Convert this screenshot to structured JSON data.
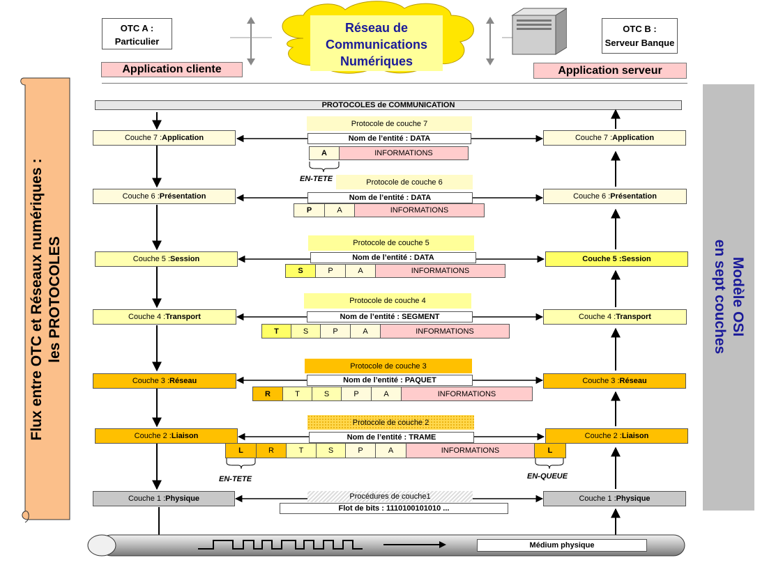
{
  "header": {
    "otc_a": "OTC A :",
    "otc_a_sub": "Particulier",
    "otc_b": "OTC B :",
    "otc_b_sub": "Serveur Banque",
    "cloud": [
      "Réseau de",
      "Communications",
      "Numériques"
    ],
    "app_client": "Application cliente",
    "app_server": "Application serveur"
  },
  "left_banner": [
    "Flux entre OTC et Réseaux numériques :",
    "les PROTOCOLES"
  ],
  "right_banner": [
    "Modèle OSI",
    "en sept couches"
  ],
  "protocols_title": "PROTOCOLES de COMMUNICATION",
  "layers": {
    "l7": {
      "prefix": "Couche 7 : ",
      "name": "Application",
      "protocol": "Protocole de couche 7",
      "entity": "Nom de l’entité : DATA"
    },
    "l6": {
      "prefix": "Couche 6 : ",
      "name": "Présentation",
      "protocol": "Protocole de couche 6",
      "entity": "Nom de l’entité : DATA"
    },
    "l5": {
      "prefix": "Couche 5 : ",
      "name": "Session",
      "protocol": "Protocole de couche 5",
      "entity": "Nom de l’entité : DATA"
    },
    "l4": {
      "prefix": "Couche 4 : ",
      "name": "Transport",
      "protocol": "Protocole de couche 4",
      "entity": "Nom de l’entité : SEGMENT"
    },
    "l3": {
      "prefix": "Couche 3 : ",
      "name": "Réseau",
      "protocol": "Protocole de couche 3",
      "entity": "Nom de l’entité : PAQUET"
    },
    "l2": {
      "prefix": "Couche 2 : ",
      "name": "Liaison",
      "protocol": "Protocole de couche 2",
      "entity": "Nom de l’entité : TRAME"
    },
    "l1": {
      "prefix": "Couche 1 : ",
      "name": "Physique",
      "protocol": "Procédures de couche1",
      "entity": "Flot de bits : 1110100101010 ..."
    }
  },
  "headers": {
    "A": "A",
    "P": "P",
    "S": "S",
    "T": "T",
    "R": "R",
    "L": "L",
    "info": "INFORMATIONS"
  },
  "labels": {
    "en_tete_1": "EN-TETE",
    "en_tete_2": "EN-TETE",
    "en_queue": "EN-QUEUE",
    "medium": "Médium physique"
  }
}
